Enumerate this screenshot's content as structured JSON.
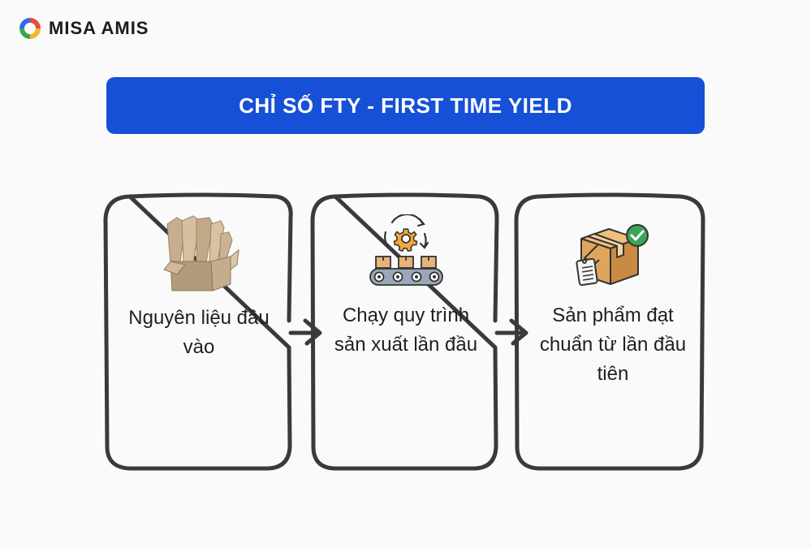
{
  "brand": {
    "name": "MISA AMIS",
    "colors": [
      "#e94b3c",
      "#f6b526",
      "#3aa757",
      "#2f6de1"
    ]
  },
  "title": "CHỈ SỐ FTY - FIRST TIME YIELD",
  "steps": [
    {
      "label": "Nguyên liệu đầu vào",
      "icon": "open-cardboard-box-icon"
    },
    {
      "label": "Chạy quy trình sản xuất lần đầu",
      "icon": "conveyor-gear-icon"
    },
    {
      "label": "Sản phẩm đạt chuẩn từ lần đầu tiên",
      "icon": "approved-package-icon"
    }
  ],
  "colors": {
    "banner": "#1650d6",
    "outline": "#3a3a3a",
    "check": "#3aa757"
  }
}
